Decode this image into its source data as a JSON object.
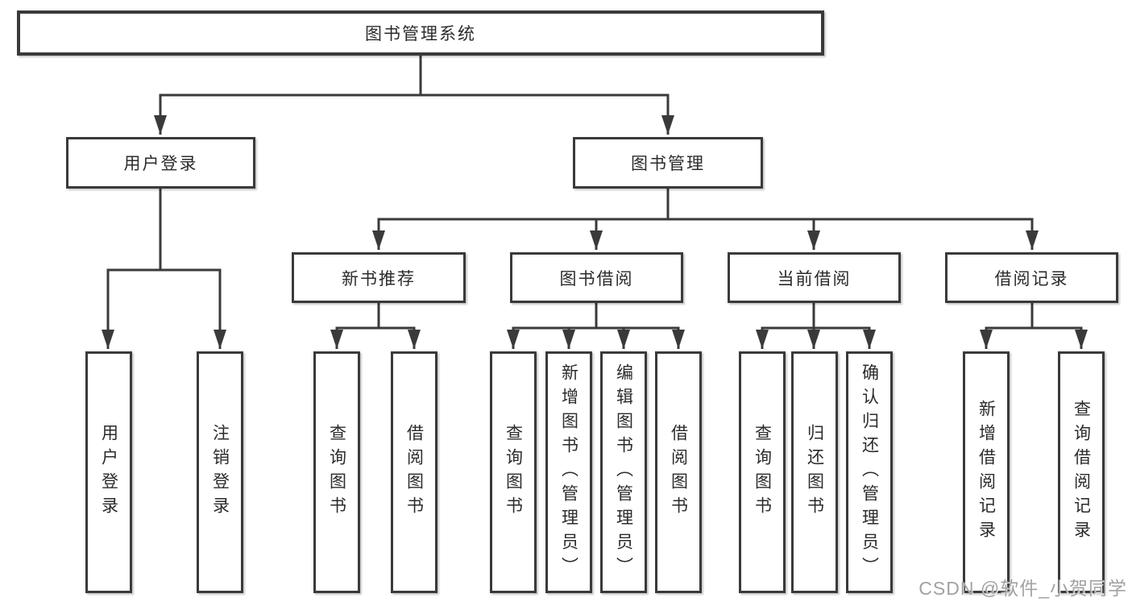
{
  "colors": {
    "line": "#3a3a3a",
    "box_border": "#3a3a3a",
    "box_background": "#ffffff",
    "text": "#2b2b2b",
    "watermark": "#a2a2a2"
  },
  "tree": {
    "root": {
      "label": "图书管理系统",
      "children": [
        {
          "label": "用户登录",
          "children": [
            {
              "label": "用户登录"
            },
            {
              "label": "注销登录"
            }
          ]
        },
        {
          "label": "图书管理",
          "children": [
            {
              "label": "新书推荐",
              "children": [
                {
                  "label": "查询图书"
                },
                {
                  "label": "借阅图书"
                }
              ]
            },
            {
              "label": "图书借阅",
              "children": [
                {
                  "label": "查询图书"
                },
                {
                  "label": "新增图书（管理员）"
                },
                {
                  "label": "编辑图书（管理员）"
                },
                {
                  "label": "借阅图书"
                }
              ]
            },
            {
              "label": "当前借阅",
              "children": [
                {
                  "label": "查询图书"
                },
                {
                  "label": "归还图书"
                },
                {
                  "label": "确认归还（管理员）"
                }
              ]
            },
            {
              "label": "借阅记录",
              "children": [
                {
                  "label": "新增借阅记录"
                },
                {
                  "label": "查询借阅记录"
                }
              ]
            }
          ]
        }
      ]
    }
  },
  "watermark": {
    "text": "CSDN @软件_小贺同学"
  }
}
